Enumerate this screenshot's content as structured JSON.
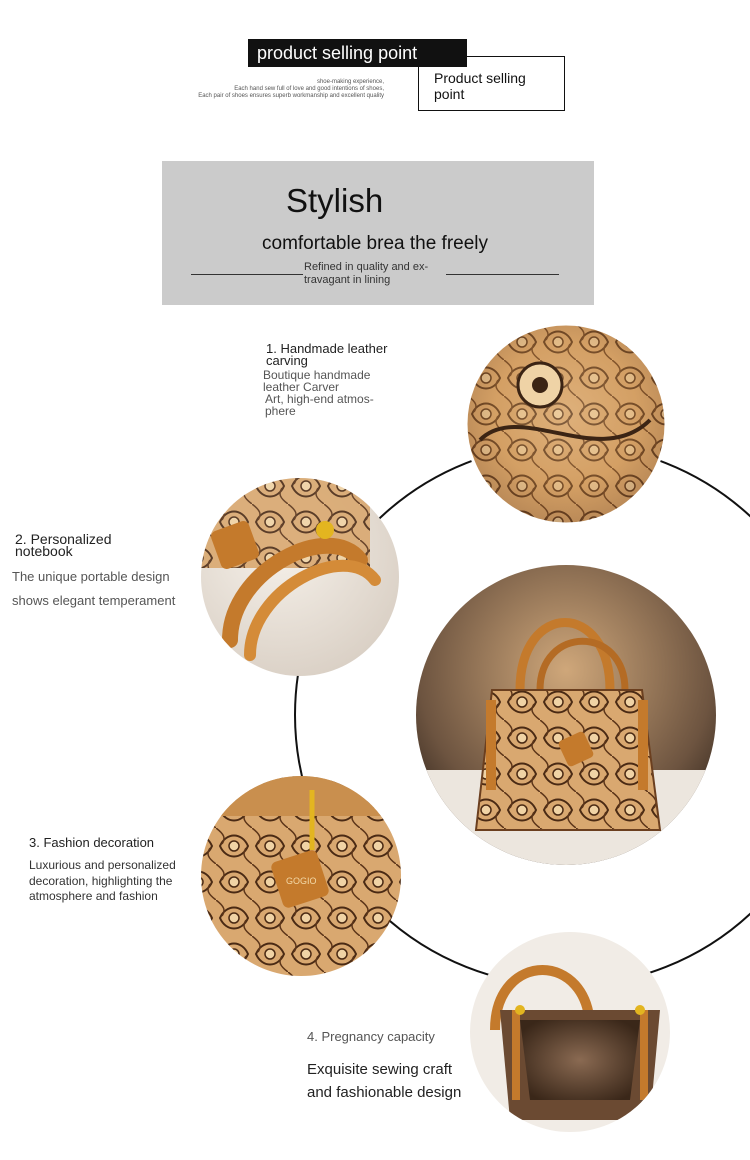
{
  "header": {
    "black_tag": "product selling point",
    "tiny_lines": [
      "shoe-making experience,",
      "Each hand sew full of love and good intentions of shoes,",
      "Each pair of shoes ensures superb workmanship and excellent quality"
    ],
    "boxed_label_1": "Product selling",
    "boxed_label_2": "point"
  },
  "banner": {
    "title": "Stylish",
    "subtitle": "comfortable brea the freely",
    "small_1": "Refined in quality and ex-",
    "small_2": "travagant in lining"
  },
  "features": [
    {
      "title_1": "1. Handmade leather",
      "title_2": "carving",
      "body_1": "Boutique handmade",
      "body_2": "leather Carver",
      "body_3": "Art, high-end atmos-",
      "body_4": "phere"
    },
    {
      "title_1": "2. Personalized",
      "title_2": "notebook",
      "body_1": "The unique portable design",
      "body_2": "shows elegant temperament"
    },
    {
      "title_1": "3. Fashion decoration",
      "body_1": "Luxurious and personalized",
      "body_2": "decoration, highlighting the",
      "body_3": "atmosphere and fashion"
    },
    {
      "title_1": "4. Pregnancy capacity",
      "body_1": "Exquisite sewing craft",
      "body_2": "and fashionable design"
    }
  ],
  "logo_text": "GOGIO",
  "colors": {
    "leather": "#c98f4e",
    "tan": "#d9a061",
    "dark": "#3b2414",
    "banner": "#cbcbcb"
  }
}
